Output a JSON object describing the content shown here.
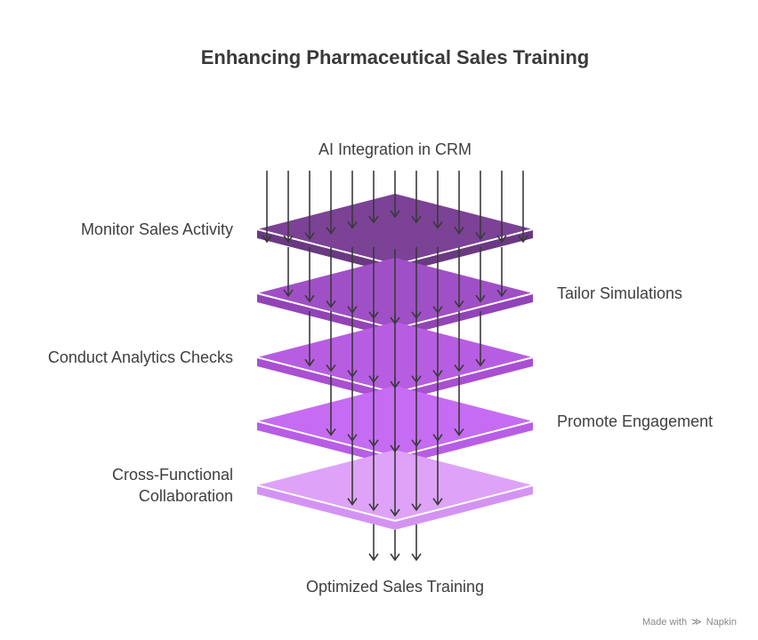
{
  "title": "Enhancing Pharmaceutical Sales Training",
  "input_label": "AI Integration in CRM",
  "output_label": "Optimized Sales Training",
  "layers": [
    {
      "label_lines": [
        "Monitor Sales Activity"
      ],
      "top_color": "#7b4296",
      "side_color": "#6a3982"
    },
    {
      "label_lines": [
        "Tailor Simulations"
      ],
      "top_color": "#a050c6",
      "side_color": "#9244b6"
    },
    {
      "label_lines": [
        "Conduct Analytics Checks"
      ],
      "top_color": "#b75de2",
      "side_color": "#a94fd2"
    },
    {
      "label_lines": [
        "Promote Engagement"
      ],
      "top_color": "#c66cf3",
      "side_color": "#b85de5"
    },
    {
      "label_lines": [
        "Cross-Functional",
        "Collaboration"
      ],
      "top_color": "#dea3f8",
      "side_color": "#d493f3"
    }
  ],
  "arrow_color": "#3a3a3a",
  "footer": {
    "made_with": "Made with",
    "brand": "Napkin",
    "brand_icon": "napkin-logo-icon"
  }
}
